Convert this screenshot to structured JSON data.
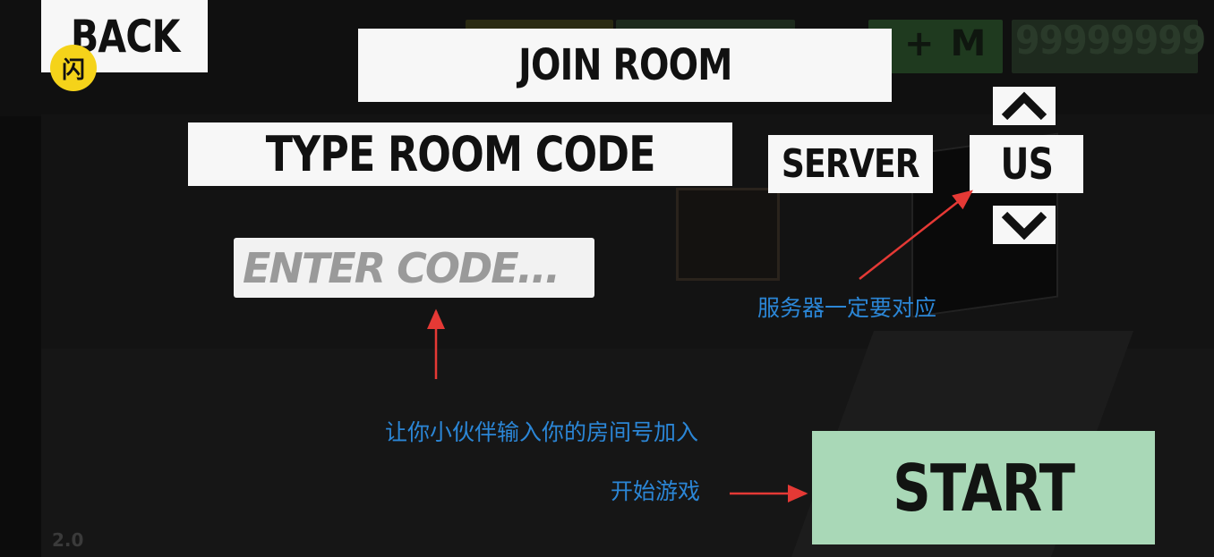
{
  "back_label": "BACK",
  "badge_glyph": "闪",
  "title": "JOIN ROOM",
  "room_code_heading": "TYPE ROOM CODE",
  "code_input": {
    "placeholder": "ENTER CODE...",
    "value": ""
  },
  "server": {
    "label": "SERVER",
    "selected": "US"
  },
  "start_label": "START",
  "hud": {
    "add_money_label": "+ M",
    "money_value": "99999999"
  },
  "version": "2.0",
  "annotations": {
    "server_note": "服务器一定要对应",
    "invite_note": "让你小伙伴输入你的房间号加入",
    "start_note": "开始游戏"
  },
  "colors": {
    "panel": "#f7f7f7",
    "start_button": "#a9d8b7",
    "annotation_text": "#2b86d6",
    "annotation_arrow": "#e53935",
    "badge": "#f5d31a"
  },
  "icons": {
    "up": "chevron-up-icon",
    "down": "chevron-down-icon",
    "badge": "lightning-badge-icon"
  }
}
